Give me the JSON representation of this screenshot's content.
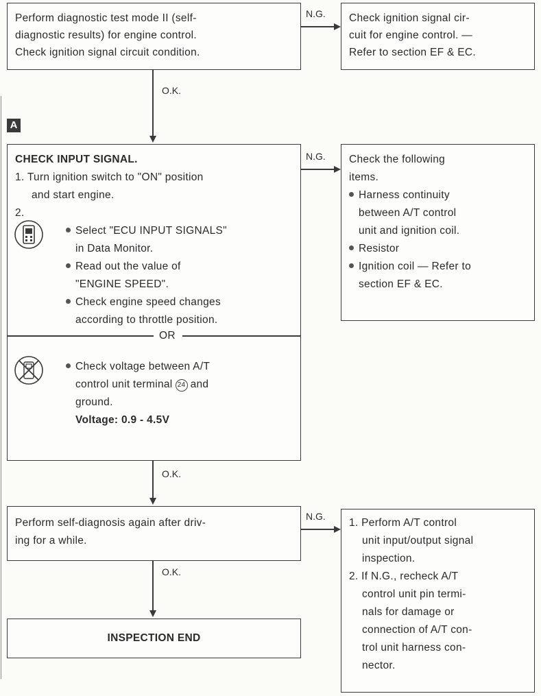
{
  "step1": {
    "lines": [
      "Perform diagnostic test mode II (self-",
      "diagnostic results) for engine control.",
      "Check ignition signal circuit condition."
    ],
    "ng_label": "N.G.",
    "ng_lines": [
      "Check ignition signal cir-",
      "cuit for engine control. —",
      "Refer to section EF & EC."
    ],
    "ok_label": "O.K."
  },
  "marker": "A",
  "step2": {
    "title": "CHECK INPUT SIGNAL.",
    "item1_a": "1. Turn ignition switch to \"ON\" position",
    "item1_b": "and start engine.",
    "item2": "2.",
    "consult_icon": "consult-tester-icon",
    "consult_bullets": [
      [
        "Select \"ECU INPUT SIGNALS\"",
        "in Data Monitor."
      ],
      [
        "Read out the value of",
        "\"ENGINE SPEED\"."
      ],
      [
        "Check engine speed changes",
        "according to throttle position."
      ]
    ],
    "or_label": "OR",
    "no_tool_icon": "no-consult-icon",
    "voltage_bullet": [
      "Check voltage between A/T",
      "control unit terminal",
      "and",
      "ground."
    ],
    "terminal_number": "24",
    "voltage_value": "Voltage: 0.9 - 4.5V",
    "ng_label": "N.G.",
    "ng_intro": [
      "Check the following",
      "items."
    ],
    "ng_items": [
      [
        "Harness continuity",
        "between A/T control",
        "unit and ignition coil."
      ],
      [
        "Resistor"
      ],
      [
        "Ignition coil — Refer to",
        "section EF & EC."
      ]
    ],
    "ok_label": "O.K."
  },
  "step3": {
    "lines": [
      "Perform self-diagnosis again after driv-",
      "ing for a while."
    ],
    "ng_label": "N.G.",
    "ng_lines": [
      "1. Perform A/T control",
      "unit input/output signal",
      "inspection.",
      "2. If N.G., recheck A/T",
      "control unit pin termi-",
      "nals for damage or",
      "connection of A/T con-",
      "trol unit harness con-",
      "nector."
    ],
    "ok_label": "O.K."
  },
  "end": {
    "label": "INSPECTION END"
  }
}
